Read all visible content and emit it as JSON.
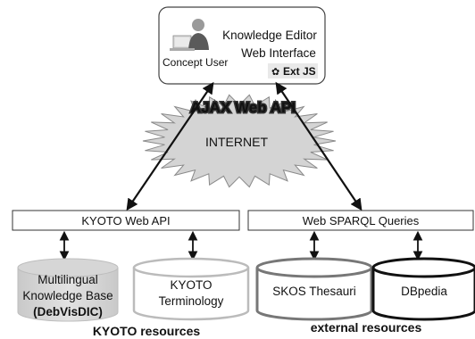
{
  "editor": {
    "user_label": "Concept User",
    "title_line1": "Knowledge Editor",
    "title_line2": "Web Interface",
    "extjs_label": "Ext JS"
  },
  "cloud": {
    "internet_label": "INTERNET",
    "api_label": "AJAX Web API"
  },
  "layers": {
    "kyoto_api": "KYOTO Web API",
    "sparql": "Web SPARQL Queries"
  },
  "stores": {
    "mkb_line1": "Multilingual",
    "mkb_line2": "Knowledge Base",
    "mkb_line3": "(DebVisDIC)",
    "terminology_line1": "KYOTO",
    "terminology_line2": "Terminology",
    "skos": "SKOS Thesauri",
    "dbpedia": "DBpedia"
  },
  "groups": {
    "kyoto_resources": "KYOTO resources",
    "external_resources": "external resources"
  }
}
